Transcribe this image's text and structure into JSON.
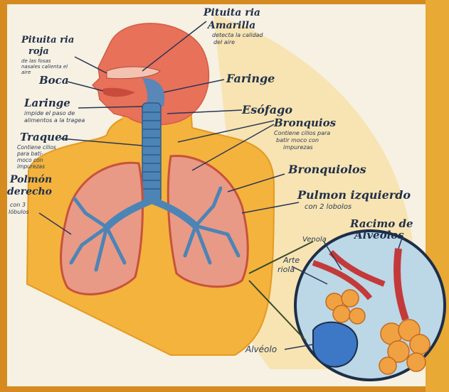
{
  "labels": {
    "pituitaria_amarilla": {
      "title": "Pituita ria",
      "title2": "Amarilla",
      "desc1": "detecta la calidad",
      "desc2": "del aire"
    },
    "pituitaria_roja": {
      "title": "Pituita ria",
      "title2": "roja",
      "desc1": "de las fosas",
      "desc2": "nasales calienta el",
      "desc3": "aire"
    },
    "boca": {
      "title": "Boca"
    },
    "faringe": {
      "title": "Faringe"
    },
    "laringe": {
      "title": "Laringe",
      "desc1": "impide el paso de",
      "desc2": "alimentos a la tragea"
    },
    "esofago": {
      "title": "Esófago"
    },
    "bronquios": {
      "title": "Bronquios",
      "desc1": "Contiene cilios para",
      "desc2": "batir moco con",
      "desc3": "impurezas"
    },
    "traquea": {
      "title": "Traquea",
      "desc1": "Contiene cilios",
      "desc2": "para bati-",
      "desc3": "moco con",
      "desc4": "impurezas"
    },
    "bronquiolos": {
      "title": "Bronquiolos"
    },
    "pulmon_izquierdo": {
      "title": "Pulmon izquierdo",
      "desc1": "con 2 lobolos"
    },
    "pulmon_derecho": {
      "title": "Polmón",
      "title2": "derecho",
      "desc1": "con 3",
      "desc2": "lóbulos"
    },
    "racimo": {
      "title": "Racimo de",
      "title2": "Alveolos"
    },
    "venula": {
      "title": "Venola"
    },
    "arteriola": {
      "title": "Arte",
      "title2": "riola"
    },
    "alveolo": {
      "title": "Alvéolo"
    }
  },
  "colors": {
    "paper": "#f6f1e2",
    "body": "#f3b33d",
    "head": "#e8715a",
    "lung": "#e89a86",
    "bronchi": "#4d84b6",
    "frame": "#e5a82a",
    "ink": "#22304a"
  }
}
